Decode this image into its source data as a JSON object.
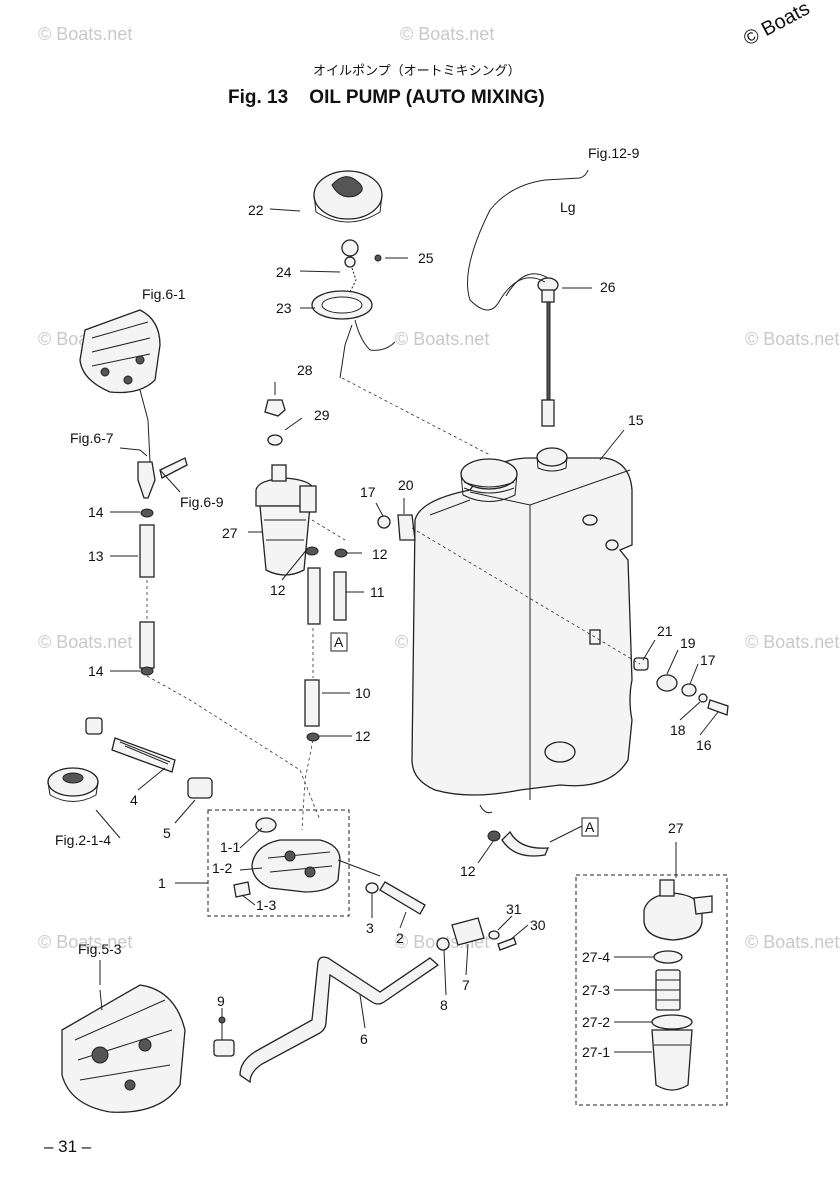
{
  "header": {
    "title_jp": "オイルポンプ（オートミキシング）",
    "title": "Fig. 13    OIL PUMP (AUTO MIXING)"
  },
  "watermark": {
    "text": "© Boats.net",
    "corner_text": "© Boats"
  },
  "page_number": "– 31 –",
  "refs": {
    "fig12_9": "Fig.12-9",
    "lg": "Lg",
    "fig6_1": "Fig.6-1",
    "fig6_7": "Fig.6-7",
    "fig6_9": "Fig.6-9",
    "fig2_1_4": "Fig.2-1-4",
    "fig5_3": "Fig.5-3",
    "box_a": "A"
  },
  "callouts": {
    "c22": "22",
    "c25": "25",
    "c24": "24",
    "c23": "23",
    "c26": "26",
    "c28": "28",
    "c29": "29",
    "c27": "27",
    "c15": "15",
    "c17a": "17",
    "c20": "20",
    "c12a": "12",
    "c12b": "12",
    "c11": "11",
    "c14a": "14",
    "c13": "13",
    "c14b": "14",
    "c21": "21",
    "c19": "19",
    "c17b": "17",
    "c18": "18",
    "c16": "16",
    "c10": "10",
    "c12c": "12",
    "c4": "4",
    "c5": "5",
    "c1": "1",
    "c1_1": "1-1",
    "c1_2": "1-2",
    "c1_3": "1-3",
    "c12d": "12",
    "c3": "3",
    "c2": "2",
    "c31": "31",
    "c30": "30",
    "c7": "7",
    "c8": "8",
    "c9": "9",
    "c6": "6",
    "c27b": "27",
    "c27_4": "27-4",
    "c27_3": "27-3",
    "c27_2": "27-2",
    "c27_1": "27-1"
  }
}
